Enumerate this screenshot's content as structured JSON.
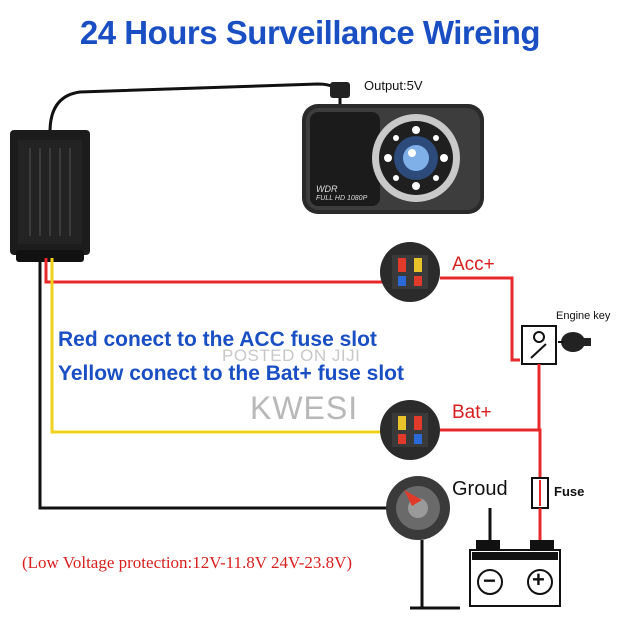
{
  "title": "24 Hours Surveillance Wireing",
  "output_label": "Output:5V",
  "camera": {
    "badge": "WDR",
    "sub": "FULL  HD  1080P"
  },
  "notes": [
    "Red conect to the ACC fuse slot",
    "Yellow conect to the Bat+ fuse slot"
  ],
  "labels": {
    "acc": "Acc+",
    "bat": "Bat+",
    "ground": "Groud",
    "engine_key": "Engine key",
    "fuse": "Fuse",
    "minus": "−",
    "plus": "+"
  },
  "watermark": {
    "line1": "POSTED ON JIJI",
    "line2": "KWESI"
  },
  "low_voltage": "(Low Voltage protection:12V-11.8V 24V-23.8V)",
  "colors": {
    "title": "#1a4fc4",
    "notes": "#1a4fc4",
    "red_wire": "#e8282a",
    "yellow_wire": "#f0d21c",
    "black_wire": "#111111",
    "label_red": "#d81e1e",
    "low_voltage": "#d81e1e"
  }
}
